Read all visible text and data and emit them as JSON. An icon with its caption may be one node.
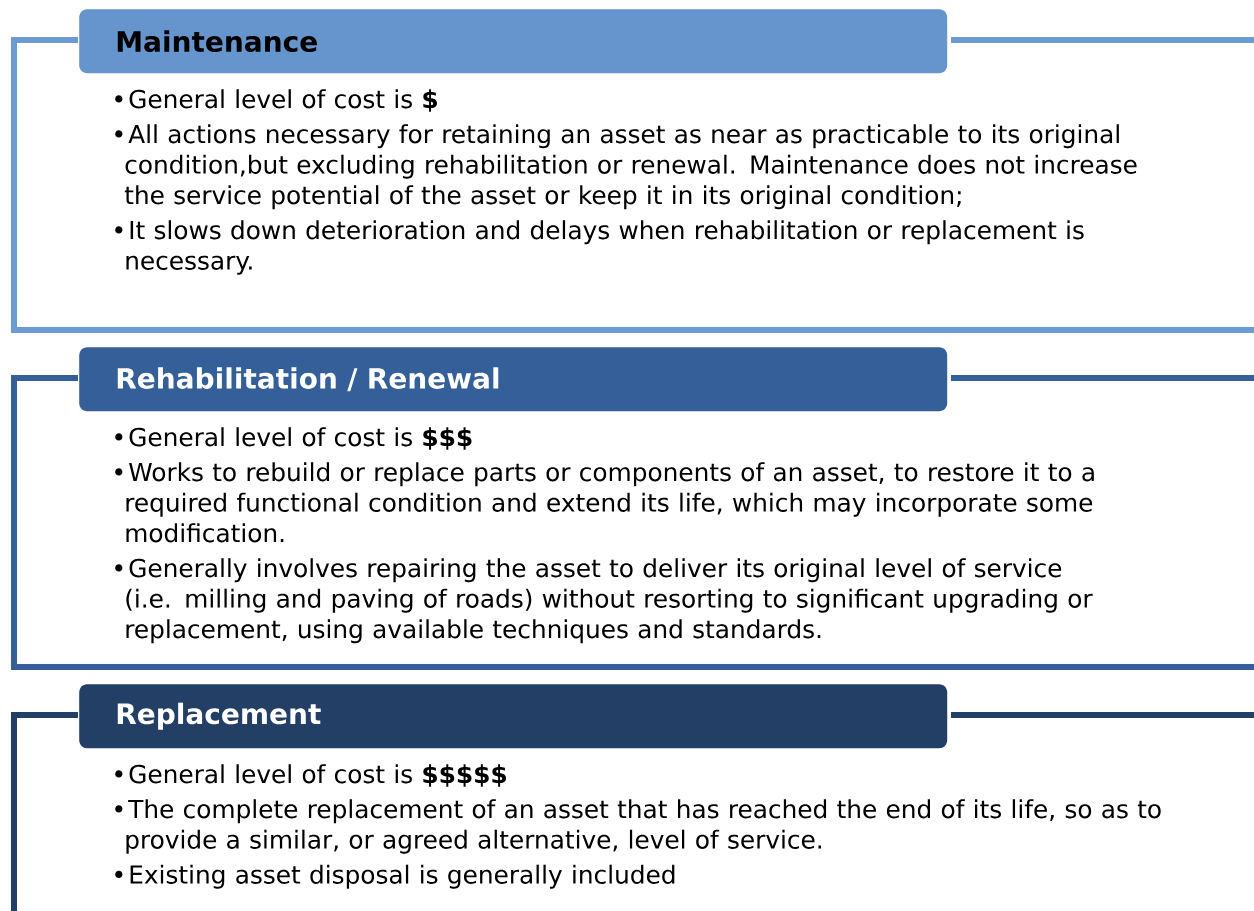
{
  "diagram": {
    "nodes": [
      {
        "text": [
          "Maintenance",
          "General level of cost is **$**",
          "All actions necessary for retaining an asset as near as practicable to its original condition,but excluding rehabilitation or renewal. Maintenance does not increase the service potential of the asset or keep it in its original condition;",
          "It slows down deterioration and delays when rehabilitation or replacement is necessary."
        ]
      },
      {
        "text": [
          "Rehabilitation / Renewal",
          "General level of cost is **$$$**",
          "Works to rebuild or replace parts or components of an asset, to restore it to a required functional condition and extend its life, which may incorporate some modification.",
          "Generally involves repairing the asset to deliver its original level of service (i.e. milling and paving of roads) without resorting to significant upgrading or replacement, using available techniques and standards."
        ]
      },
      {
        "text": [
          "Replacement",
          "General level of cost is **$$$$$**",
          "The complete replacement of an asset that has reached the end of its life, so as to provide a similar, or agreed alternative, level of service.",
          "Existing asset disposal is generally included"
        ]
      }
    ]
  }
}
